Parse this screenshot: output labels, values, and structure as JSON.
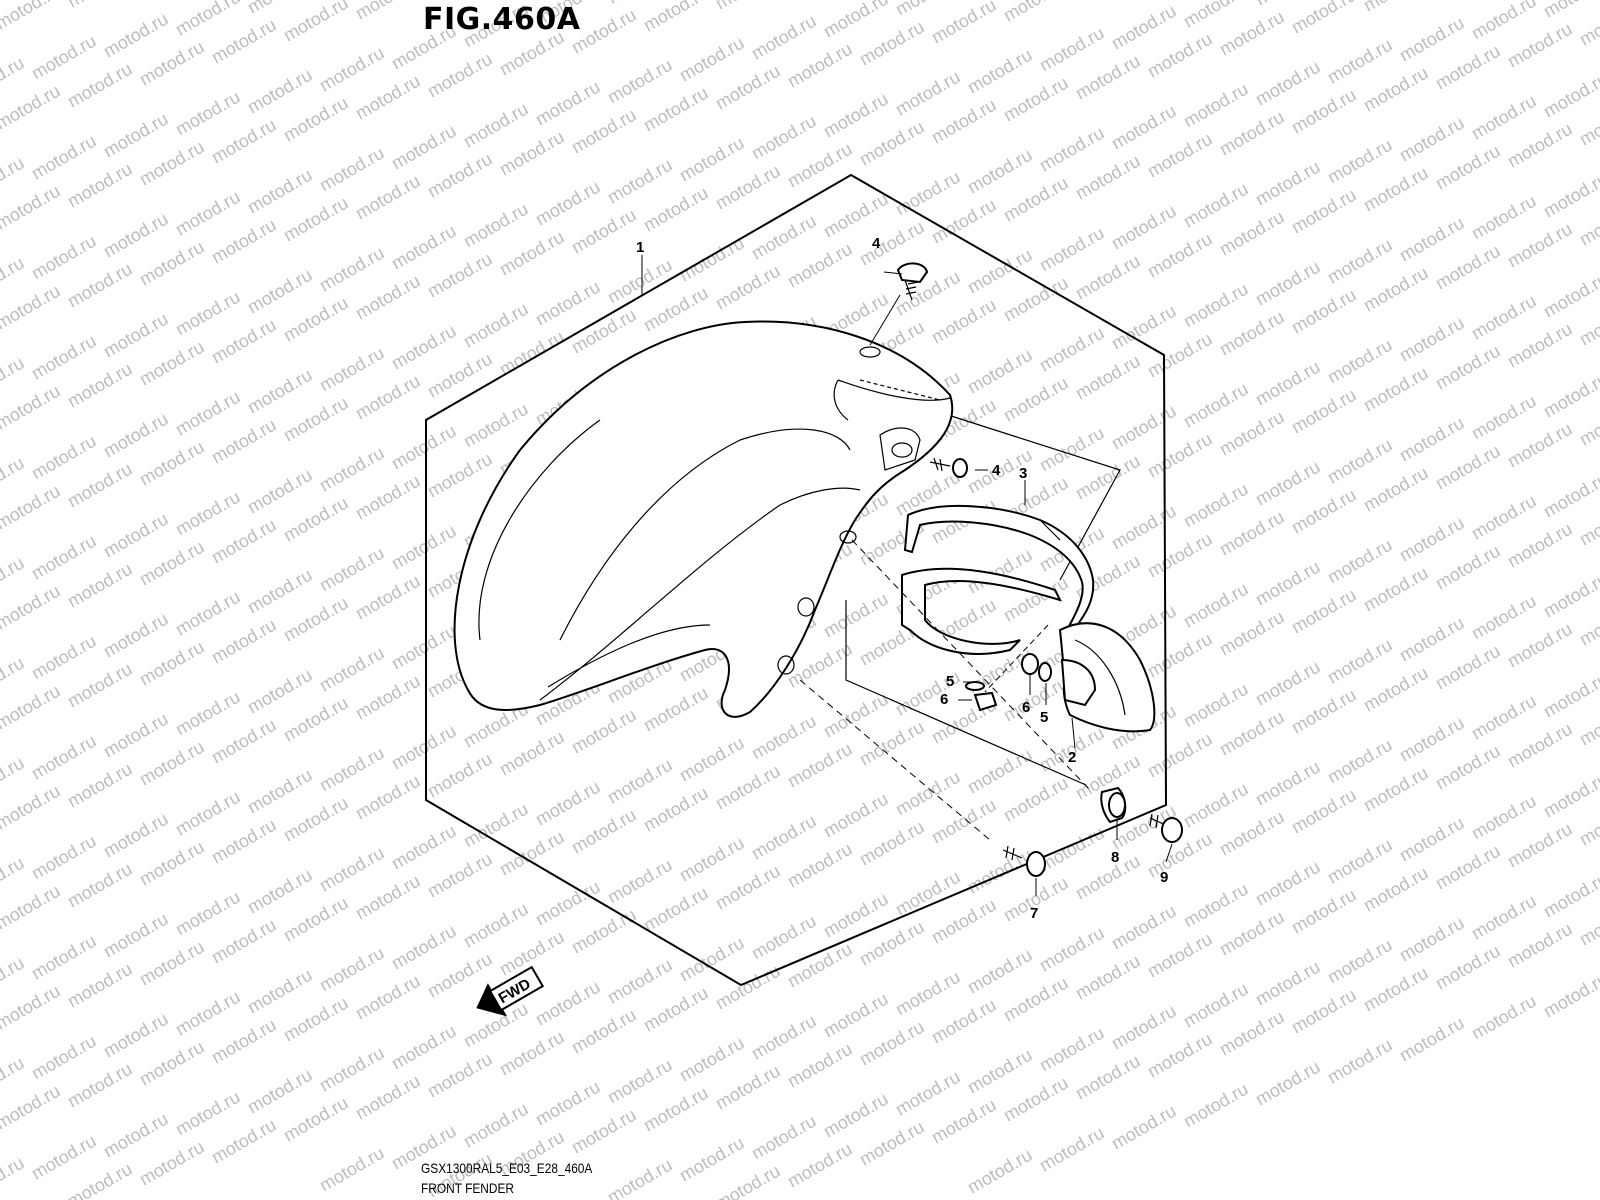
{
  "figure": {
    "title": "FIG.460A",
    "code": "GSX1300RAL5_E03_E28_460A",
    "name": "FRONT FENDER"
  },
  "watermark": {
    "text": "motod.ru"
  },
  "callouts": [
    {
      "id": "c1",
      "text": "1"
    },
    {
      "id": "c2",
      "text": "2"
    },
    {
      "id": "c3",
      "text": "3"
    },
    {
      "id": "c4a",
      "text": "4"
    },
    {
      "id": "c4b",
      "text": "4"
    },
    {
      "id": "c5a",
      "text": "5"
    },
    {
      "id": "c5b",
      "text": "5"
    },
    {
      "id": "c6a",
      "text": "6"
    },
    {
      "id": "c6b",
      "text": "6"
    },
    {
      "id": "c7",
      "text": "7"
    },
    {
      "id": "c8",
      "text": "8"
    },
    {
      "id": "c9",
      "text": "9"
    }
  ],
  "direction_arrow": {
    "text": "FWD"
  }
}
